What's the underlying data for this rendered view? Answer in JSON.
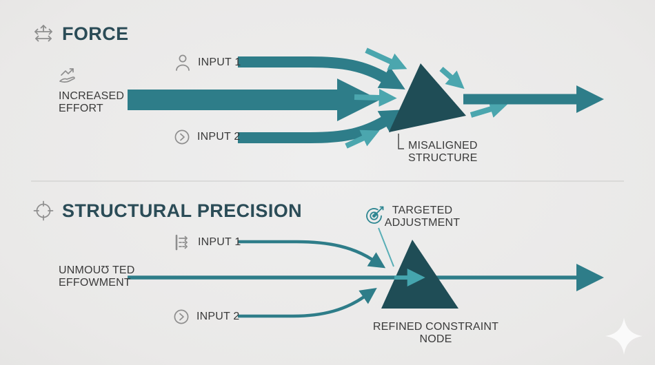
{
  "colors": {
    "background": "#ebebea",
    "title_text": "#2b4c57",
    "label_text": "#3a3a3a",
    "arrow_main_teal": "#2e7d89",
    "arrow_light_teal": "#4ba6ae",
    "node_dark_teal": "#1f4d56",
    "icon_gray": "#8e8e8e",
    "target_icon_teal": "#2e8691",
    "divider_gray": "#d4d4d3",
    "sparkle_white": "#fdfdfd"
  },
  "top_section": {
    "title": "FORCE",
    "title_icon": "move-arrows-icon",
    "increased_effort": {
      "line1": "INCREASED",
      "line2": "EFFORT",
      "icon": "hand-growth-icon"
    },
    "input1": {
      "text": "INPUT 1",
      "icon": "person-icon"
    },
    "input2": {
      "text": "INPUT 2",
      "icon": "chevron-circle-icon"
    },
    "misaligned": {
      "line1": "MISALIGNED",
      "line2": "STRUCTURE"
    }
  },
  "bottom_section": {
    "title": "STRUCTURAL PRECISION",
    "title_icon": "crosshair-icon",
    "unmounted_effort": {
      "line1": "UNMOUƱ TED",
      "line2": "EFFOWMENT"
    },
    "input1": {
      "text": "INPUT 1",
      "icon": "flow-align-icon"
    },
    "input2": {
      "text": "INPUT 2",
      "icon": "chevron-circle-icon"
    },
    "targeted": {
      "line1": "TARGETED",
      "line2": "ADJUSTMENT",
      "icon": "target-arrow-icon"
    },
    "refined": {
      "line1": "REFINED CONSTRAINT",
      "line2": "NODE"
    }
  }
}
